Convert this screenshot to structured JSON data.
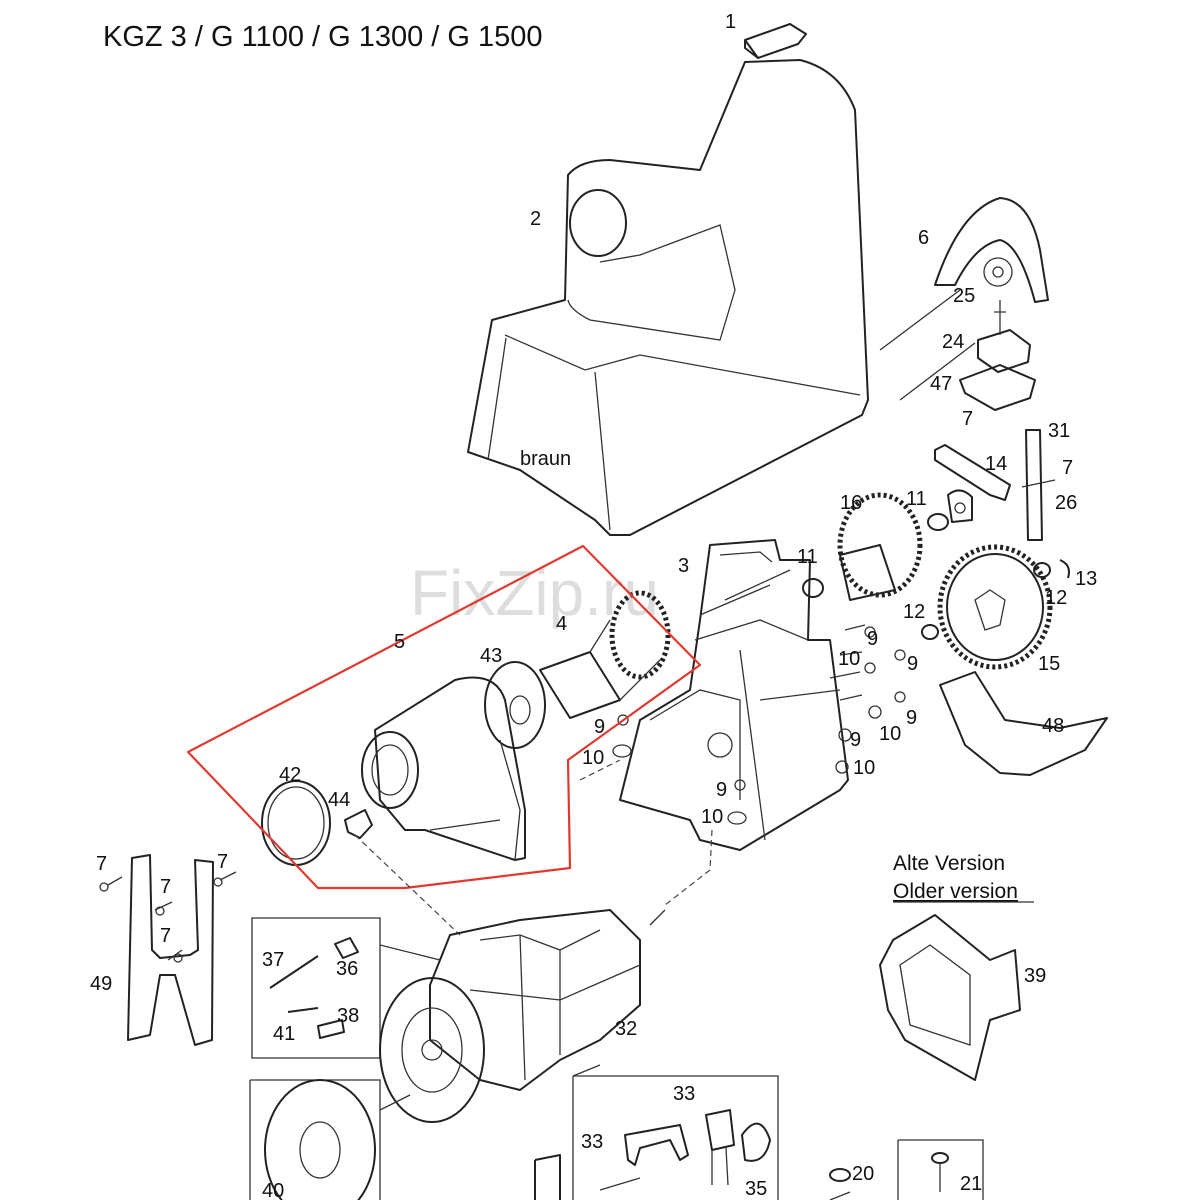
{
  "title": "KGZ 3 / G 1100 / G 1300 / G 1500",
  "watermark": "FixZip.ru",
  "version_note": {
    "line1": "Alte Version",
    "line2": "Older version"
  },
  "housing_logo": "braun",
  "labels": {
    "l1": "1",
    "l2": "2",
    "l3": "3",
    "l4": "4",
    "l5": "5",
    "l6": "6",
    "l7a": "7",
    "l7b": "7",
    "l7c": "7",
    "l7d": "7",
    "l7e": "7",
    "l7f": "7",
    "l9a": "9",
    "l9b": "9",
    "l9c": "9",
    "l9d": "9",
    "l9e": "9",
    "l9f": "9",
    "l10a": "10",
    "l10b": "10",
    "l10c": "10",
    "l10d": "10",
    "l10e": "10",
    "l11a": "11",
    "l11b": "11",
    "l12": "12",
    "l13": "13",
    "l14": "14",
    "l15": "15",
    "l16": "16",
    "l20": "20",
    "l21": "21",
    "l24": "24",
    "l25": "25",
    "l26": "26",
    "l31": "31",
    "l32": "32",
    "l33a": "33",
    "l33b": "33",
    "l35": "35",
    "l36": "36",
    "l37": "37",
    "l38": "38",
    "l39": "39",
    "l40": "40",
    "l41": "41",
    "l42": "42",
    "l43": "43",
    "l44": "44",
    "l47": "47",
    "l48": "48",
    "l49": "49"
  }
}
